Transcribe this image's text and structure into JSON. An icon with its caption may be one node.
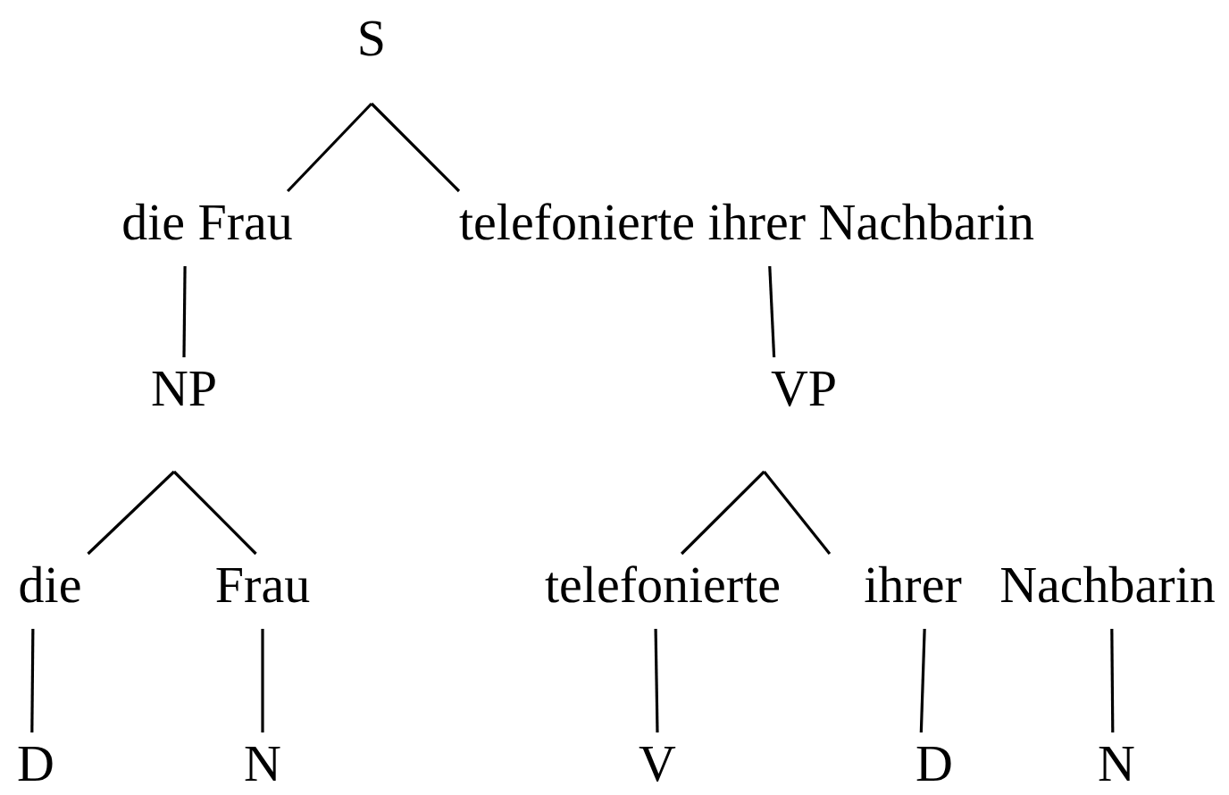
{
  "diagram": {
    "nodes": [
      {
        "text": [
          "S"
        ]
      },
      {
        "text": [
          "die Frau"
        ]
      },
      {
        "text": [
          "telefonierte ihrer Nachbarin"
        ]
      },
      {
        "text": [
          "NP"
        ]
      },
      {
        "text": [
          "VP"
        ]
      },
      {
        "text": [
          "die"
        ]
      },
      {
        "text": [
          "Frau"
        ]
      },
      {
        "text": [
          "telefonierte"
        ]
      },
      {
        "text": [
          "ihrer"
        ]
      },
      {
        "text": [
          "Nachbarin"
        ]
      },
      {
        "text": [
          "D"
        ]
      },
      {
        "text": [
          "N"
        ]
      },
      {
        "text": [
          "V"
        ]
      },
      {
        "text": [
          "D"
        ]
      },
      {
        "text": [
          "N"
        ]
      }
    ],
    "edges": [
      {
        "from": 0,
        "to": 1,
        "arrow": "none"
      },
      {
        "from": 0,
        "to": 2,
        "arrow": "none"
      },
      {
        "from": 1,
        "to": 3,
        "arrow": "none"
      },
      {
        "from": 2,
        "to": 4,
        "arrow": "none"
      },
      {
        "from": 3,
        "to": 5,
        "arrow": "none"
      },
      {
        "from": 3,
        "to": 6,
        "arrow": "none"
      },
      {
        "from": 4,
        "to": 7,
        "arrow": "none"
      },
      {
        "from": 4,
        "to": 8,
        "arrow": "none"
      },
      {
        "from": 5,
        "to": 10,
        "arrow": "none"
      },
      {
        "from": 6,
        "to": 11,
        "arrow": "none"
      },
      {
        "from": 7,
        "to": 12,
        "arrow": "none"
      },
      {
        "from": 8,
        "to": 13,
        "arrow": "none"
      },
      {
        "from": 9,
        "to": 14,
        "arrow": "none"
      }
    ]
  }
}
